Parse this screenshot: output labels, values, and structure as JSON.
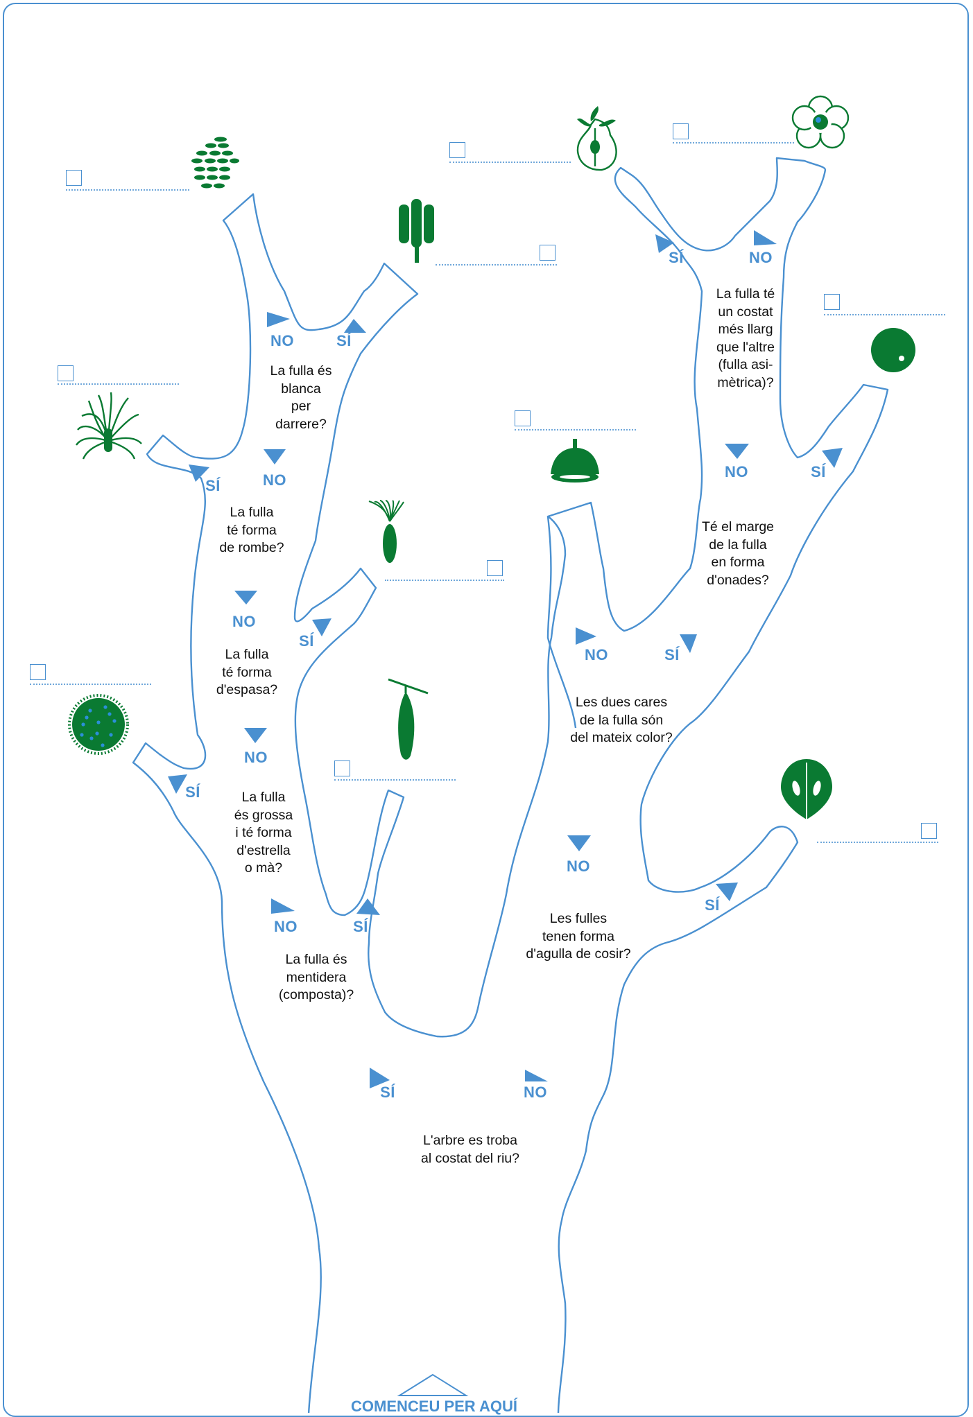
{
  "colors": {
    "outline": "#4a90d0",
    "leaf": "#0a7a32",
    "answer": "#4a90d0",
    "text": "#111111"
  },
  "labels": {
    "yes": "SÍ",
    "no": "NO"
  },
  "start_label": "COMENCEU PER AQUÍ",
  "questions": {
    "q1": "L'arbre es troba\nal costat del riu?",
    "q2": "La fulla és\nmentidera\n(composta)?",
    "q3": "La fulla\nés grossa\ni té forma\nd'estrella\no mà?",
    "q4": "La fulla\nté forma\nd'espasa?",
    "q5": "La fulla\nté forma\nde rombe?",
    "q6": "La fulla és\nblanca\nper\ndarrere?",
    "q7": "Les fulles\ntenen forma\nd'agulla de cosir?",
    "q8": "Les dues cares\nde la fulla són\ndel mateix color?",
    "q9": "Té el marge\nde la fulla\nen forma\nd'onades?",
    "q10": "La fulla té\nun costat\nmés llarg\nque l'altre\n(fulla asi-\nmètrica)?"
  },
  "leaf_icons": [
    "poplar-catkin-icon",
    "tall-leaf-icon",
    "needle-tuft-icon",
    "willow-sprig-icon",
    "plane-ball-icon",
    "elongated-leaf-icon",
    "pear-icon",
    "flower-icon",
    "dotted-circle-icon",
    "acorn-cap-icon",
    "pine-cone-leaf-icon"
  ]
}
